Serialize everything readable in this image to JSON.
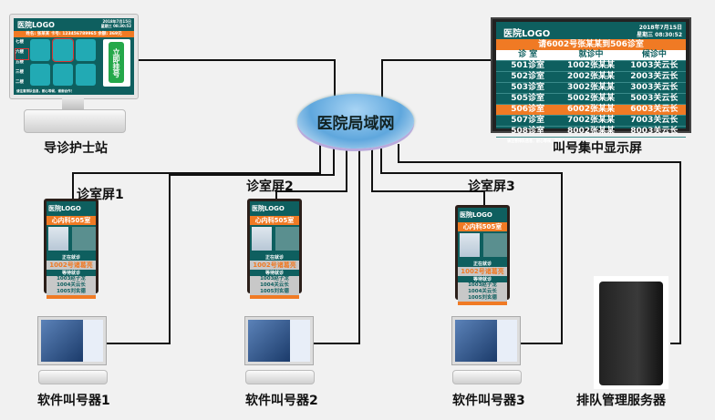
{
  "diagram": {
    "hub": {
      "label": "医院局域网"
    },
    "nodes": {
      "nurse_station": {
        "label": "导诊护士站",
        "screen": {
          "logo": "医院LOGO",
          "date": "2018年7月15日",
          "time": "星期三 08:30:52",
          "patient_bar": "姓名: 张某某  卡号: 123456789965  余额: 369元",
          "floors": [
            "七楼",
            "六楼",
            "五楼",
            "三楼",
            "二楼"
          ],
          "register_button": "立即挂号",
          "footer": "请注意排队信息，耐心等候，谢谢合作！"
        }
      },
      "central_display": {
        "label": "叫号集中显示屏",
        "screen": {
          "logo": "医院LOGO",
          "date": "2018年7月15日",
          "time": "星期三 08:30:52",
          "announcement": "请6002号张某某到506诊室",
          "columns": [
            "诊 室",
            "就诊中",
            "候诊中"
          ],
          "rows": [
            [
              "501诊室",
              "1002张某某",
              "1003关云长"
            ],
            [
              "502诊室",
              "2002张某某",
              "2003关云长"
            ],
            [
              "503诊室",
              "3002张某某",
              "3003关云长"
            ],
            [
              "505诊室",
              "5002张某某",
              "5003关云长"
            ],
            [
              "506诊室",
              "6002张某某",
              "6003关云长"
            ],
            [
              "507诊室",
              "7002张某某",
              "7003关云长"
            ],
            [
              "508诊室",
              "8002张某某",
              "8003关云长"
            ]
          ],
          "highlight_row": 4,
          "footer": "请注意排队信息，耐心等候，谢谢合作！"
        }
      },
      "room_screens": [
        {
          "label": "诊室屏1"
        },
        {
          "label": "诊室屏2"
        },
        {
          "label": "诊室屏3"
        }
      ],
      "room_screen_content": {
        "logo": "医院LOGO",
        "room": "心内科505室",
        "current_title": "正在就诊",
        "current": "1002号诸葛亮",
        "waiting_title": "等待就诊",
        "waiting": [
          "1003赵子龙",
          "1004关云长",
          "1005刘玄德"
        ]
      },
      "software_callers": [
        {
          "label": "软件叫号器1"
        },
        {
          "label": "软件叫号器2"
        },
        {
          "label": "软件叫号器3"
        }
      ],
      "server": {
        "label": "排队管理服务器"
      }
    },
    "colors": {
      "teal": "#0e5f5f",
      "orange": "#f07a24",
      "line": "#111111"
    }
  }
}
